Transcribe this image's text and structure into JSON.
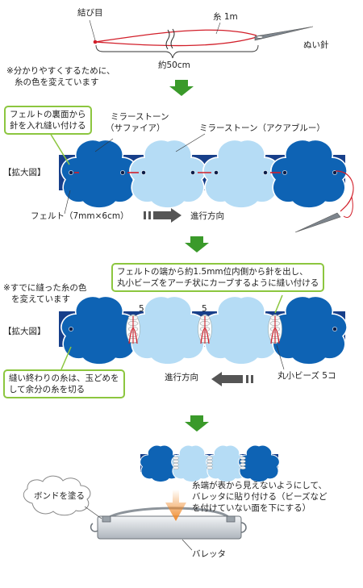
{
  "step1": {
    "knot_label": "結び目",
    "thread_label": "糸 1m",
    "needle_label": "ぬい針",
    "length_label": "約50cm",
    "note_line1": "※分かりやすくするために、",
    "note_line2": "糸の色を変えています"
  },
  "step2": {
    "callout_line1": "フェルトの裏面から",
    "callout_line2": "針を入れ縫い付ける",
    "stone1_line1": "ミラーストーン",
    "stone1_line2": "（サファイア）",
    "stone2_label": "ミラーストーン（アクアブルー）",
    "zoom_label": "【拡大図】",
    "felt_label": "フェルト（7mm×6cm）",
    "direction_label": "進行方向"
  },
  "step3": {
    "callout_line1": "フェルトの端から約1.5mm位内側から針を出し、",
    "callout_line2": "丸小ビーズをアーチ状にカーブするように縫い付ける",
    "note_line1": "※すでに縫った糸の色",
    "note_line2": "を変えています",
    "zoom_label": "【拡大図】",
    "count_a": "5",
    "count_b": "5",
    "end_callout_line1": "縫い終わりの糸は、玉どめを",
    "end_callout_line2": "して余分の糸を切る",
    "bead_label": "丸小ビーズ 5コ",
    "direction_label": "進行方向"
  },
  "step4": {
    "bond_label": "ボンドを塗る",
    "note_line1": "糸端が表から見えないようにして、",
    "note_line2": "バレッタに貼り付ける（ビーズなど",
    "note_line3": "を付けていない面を下にする）",
    "barrette_label": "バレッタ"
  },
  "colors": {
    "arrow": "#3a9a2a",
    "felt": "#173f8a",
    "stone_dark": "#0e63b4",
    "stone_light": "#b5dcf5",
    "thread": "#d21f2a",
    "callout_border": "#8cc63f",
    "direction_arrow": "#555555",
    "bond_arrow": "#f08a2c"
  }
}
